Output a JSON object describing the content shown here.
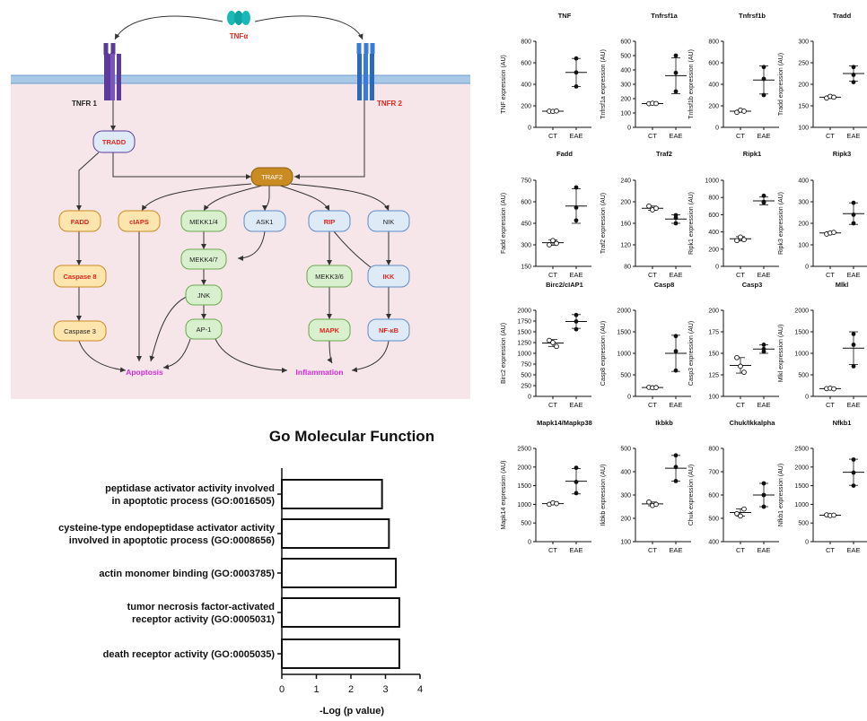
{
  "pathway": {
    "ligand": "TNFα",
    "receptors": [
      "TNFR 1",
      "TNFR 2"
    ],
    "nodes": {
      "tradd": "TRADD",
      "traf2": "TRAF2",
      "fadd": "FADD",
      "casp8": "Caspase 8",
      "casp3": "Caspase 3",
      "ciaps": "cIAPS",
      "mekk14": "MEKK1/4",
      "ask1": "ASK1",
      "rip": "RIP",
      "nik": "NIK",
      "mekk47": "MEKK4/7",
      "jnk": "JNK",
      "ap1": "AP-1",
      "mekk36": "MEKK3/6",
      "ikk": "IKK",
      "mapk": "MAPK",
      "nfkb": "NF-κB"
    },
    "outcomes": {
      "apoptosis": "Apoptosis",
      "inflammation": "Inflammation"
    },
    "colors": {
      "background": "#f6e6ea",
      "red_label": "#e8241c",
      "outcome": "#d62bd6",
      "orange_fill": "#fde5ad",
      "green_fill": "#d9f0cf",
      "blue_fill": "#dfeaf7",
      "traf2_fill": "#c98b22",
      "tnfr1": "#5b3a9a",
      "tnfr2": "#3a7bd5",
      "ligand": "#19b9b8"
    }
  },
  "go_chart": {
    "title": "Go Molecular Function",
    "xlabel": "-Log (p value)",
    "xticks": [
      "0",
      "1",
      "2",
      "3",
      "4"
    ]
  },
  "scatter_panels": {
    "xcat": [
      "CT",
      "EAE"
    ]
  },
  "chart_data": [
    {
      "type": "bar",
      "title": "Go Molecular Function",
      "orientation": "horizontal",
      "categories": [
        "peptidase activator activity involved in apoptotic process (GO:0016505)",
        "cysteine-type endopeptidase activator activity involved in apoptotic process (GO:0008656)",
        "actin monomer binding (GO:0003785)",
        "tumor necrosis factor-activated receptor activity (GO:0005031)",
        "death receptor activity (GO:0005035)"
      ],
      "category_lines": [
        [
          "peptidase activator activity involved",
          "in apoptotic process (GO:0016505)"
        ],
        [
          "cysteine-type endopeptidase activator activity",
          "involved in apoptotic process (GO:0008656)"
        ],
        [
          "actin monomer binding (GO:0003785)"
        ],
        [
          "tumor necrosis factor-activated",
          "receptor activity (GO:0005031)"
        ],
        [
          "death receptor activity (GO:0005035)"
        ]
      ],
      "values": [
        2.9,
        3.1,
        3.3,
        3.4,
        3.4
      ],
      "xlabel": "-Log (p value)",
      "xlim": [
        0,
        4
      ]
    },
    {
      "type": "scatter",
      "title": "TNF",
      "ylabel": "TNF expression (AU)",
      "ylim": [
        0,
        800
      ],
      "ticks": [
        0,
        200,
        400,
        600,
        800
      ],
      "ct": [
        150,
        148,
        152
      ],
      "eae": [
        640,
        510,
        380
      ],
      "ct_mean": 150,
      "eae_mean": 510,
      "ct_sd": 5,
      "eae_sd": 130
    },
    {
      "type": "scatter",
      "title": "Tnfrsf1a",
      "ylabel": "Tnfrsf1a expression (AU)",
      "ylim": [
        0,
        600
      ],
      "ticks": [
        0,
        100,
        200,
        300,
        400,
        500,
        600
      ],
      "ct": [
        165,
        168,
        166
      ],
      "eae": [
        500,
        380,
        250
      ],
      "ct_mean": 166,
      "eae_mean": 360,
      "ct_sd": 3,
      "eae_sd": 125
    },
    {
      "type": "scatter",
      "title": "Tnfrsf1b",
      "ylabel": "Tnfrsf1b expression (AU)",
      "ylim": [
        0,
        800
      ],
      "ticks": [
        0,
        200,
        400,
        600,
        800
      ],
      "ct": [
        140,
        160,
        150
      ],
      "eae": [
        560,
        450,
        300
      ],
      "ct_mean": 150,
      "eae_mean": 440,
      "ct_sd": 10,
      "eae_sd": 130
    },
    {
      "type": "scatter",
      "title": "Tradd",
      "ylabel": "Tradd expression (AU)",
      "ylim": [
        100,
        300
      ],
      "ticks": [
        100,
        150,
        200,
        250,
        300
      ],
      "ct": [
        168,
        172,
        170
      ],
      "eae": [
        240,
        222,
        205
      ],
      "ct_mean": 170,
      "eae_mean": 225,
      "ct_sd": 3,
      "eae_sd": 18
    },
    {
      "type": "scatter",
      "title": "Fadd",
      "ylabel": "Fadd expression (AU)",
      "ylim": [
        150,
        750
      ],
      "ticks": [
        150,
        300,
        450,
        600,
        750
      ],
      "ct": [
        300,
        330,
        310
      ],
      "eae": [
        700,
        560,
        470
      ],
      "ct_mean": 315,
      "eae_mean": 570,
      "ct_sd": 18,
      "eae_sd": 120
    },
    {
      "type": "scatter",
      "title": "Traf2",
      "ylabel": "Traf2 expression (AU)",
      "ylim": [
        80,
        240
      ],
      "ticks": [
        80,
        120,
        160,
        200,
        240
      ],
      "ct": [
        192,
        185,
        188
      ],
      "eae": [
        175,
        170,
        160
      ],
      "ct_mean": 188,
      "eae_mean": 168,
      "ct_sd": 4,
      "eae_sd": 8
    },
    {
      "type": "scatter",
      "title": "Ripk1",
      "ylabel": "Ripk1 expression (AU)",
      "ylim": [
        0,
        1000
      ],
      "ticks": [
        0,
        200,
        400,
        600,
        800,
        1000
      ],
      "ct": [
        300,
        340,
        310
      ],
      "eae": [
        820,
        750,
        740
      ],
      "ct_mean": 320,
      "eae_mean": 760,
      "ct_sd": 25,
      "eae_sd": 45
    },
    {
      "type": "scatter",
      "title": "Ripk3",
      "ylabel": "Ripk3 expression (AU)",
      "ylim": [
        0,
        400
      ],
      "ticks": [
        0,
        100,
        200,
        300,
        400
      ],
      "ct": [
        150,
        155,
        158
      ],
      "eae": [
        295,
        240,
        200
      ],
      "ct_mean": 155,
      "eae_mean": 245,
      "ct_sd": 5,
      "eae_sd": 50
    },
    {
      "type": "scatter",
      "title": "Birc2/cIAP1",
      "ylabel": "Birc2 expression (AU)",
      "ylim": [
        0,
        2000
      ],
      "ticks": [
        0,
        250,
        500,
        750,
        1000,
        1250,
        1500,
        1750,
        2000
      ],
      "ct": [
        1300,
        1250,
        1160
      ],
      "eae": [
        1890,
        1740,
        1560
      ],
      "ct_mean": 1240,
      "eae_mean": 1740,
      "ct_sd": 80,
      "eae_sd": 160
    },
    {
      "type": "scatter",
      "title": "Casp8",
      "ylabel": "Casp8 expression (AU)",
      "ylim": [
        0,
        2000
      ],
      "ticks": [
        0,
        500,
        1000,
        1500,
        2000
      ],
      "ct": [
        210,
        200,
        205
      ],
      "eae": [
        1400,
        1050,
        600
      ],
      "ct_mean": 205,
      "eae_mean": 1000,
      "ct_sd": 5,
      "eae_sd": 420
    },
    {
      "type": "scatter",
      "title": "Casp3",
      "ylabel": "Casp3 expression (AU)",
      "ylim": [
        100,
        200
      ],
      "ticks": [
        100,
        125,
        150,
        175,
        200
      ],
      "ct": [
        145,
        135,
        128
      ],
      "eae": [
        160,
        155,
        152
      ],
      "ct_mean": 136,
      "eae_mean": 155,
      "ct_sd": 9,
      "eae_sd": 5
    },
    {
      "type": "scatter",
      "title": "Mlkl",
      "ylabel": "Mlkl expression (AU)",
      "ylim": [
        0,
        2000
      ],
      "ticks": [
        0,
        500,
        1000,
        1500,
        2000
      ],
      "ct": [
        180,
        190,
        175
      ],
      "eae": [
        1450,
        1200,
        700
      ],
      "ct_mean": 180,
      "eae_mean": 1120,
      "ct_sd": 8,
      "eae_sd": 380
    },
    {
      "type": "scatter",
      "title": "Mapk14/Mapkp38",
      "ylabel": "Mapk14 expression (AU)",
      "ylim": [
        0,
        2500
      ],
      "ticks": [
        0,
        500,
        1000,
        1500,
        2000,
        2500
      ],
      "ct": [
        1000,
        1040,
        1020
      ],
      "eae": [
        1980,
        1600,
        1300
      ],
      "ct_mean": 1020,
      "eae_mean": 1620,
      "ct_sd": 20,
      "eae_sd": 340
    },
    {
      "type": "scatter",
      "title": "Ikbkb",
      "ylabel": "Ikbkb expression (AU)",
      "ylim": [
        100,
        500
      ],
      "ticks": [
        100,
        200,
        300,
        400,
        500
      ],
      "ct": [
        270,
        255,
        260
      ],
      "eae": [
        470,
        420,
        360
      ],
      "ct_mean": 262,
      "eae_mean": 415,
      "ct_sd": 8,
      "eae_sd": 55
    },
    {
      "type": "scatter",
      "title": "Chuk/Ikkalpha",
      "ylabel": "Chuk expression (AU)",
      "ylim": [
        400,
        800
      ],
      "ticks": [
        400,
        500,
        600,
        700,
        800
      ],
      "ct": [
        520,
        510,
        540
      ],
      "eae": [
        650,
        600,
        550
      ],
      "ct_mean": 525,
      "eae_mean": 600,
      "ct_sd": 15,
      "eae_sd": 50
    },
    {
      "type": "scatter",
      "title": "Nfkb1",
      "ylabel": "Nfkb1 expression (AU)",
      "ylim": [
        0,
        2500
      ],
      "ticks": [
        0,
        500,
        1000,
        1500,
        2000,
        2500
      ],
      "ct": [
        720,
        700,
        710
      ],
      "eae": [
        2200,
        1850,
        1500
      ],
      "ct_mean": 710,
      "eae_mean": 1860,
      "ct_sd": 10,
      "eae_sd": 350
    }
  ]
}
